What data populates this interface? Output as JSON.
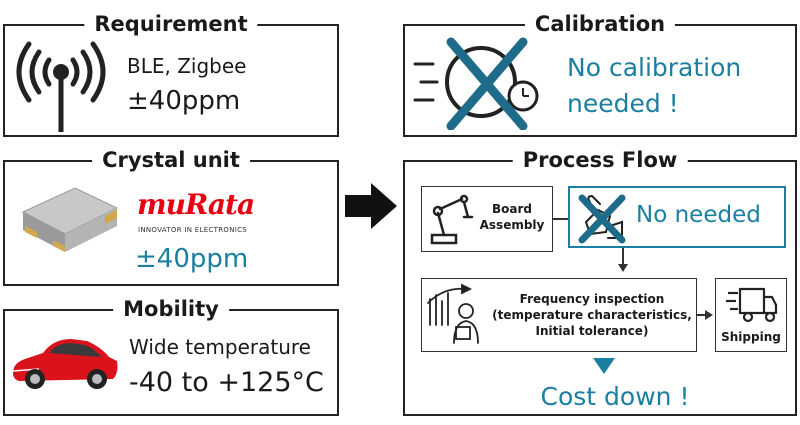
{
  "requirement": {
    "title": "Requirement",
    "line1": "BLE, Zigbee",
    "line2": "±40ppm",
    "icon": "antenna-icon"
  },
  "crystal": {
    "title": "Crystal unit",
    "brand": "muRata",
    "tagline": "INNOVATOR IN ELECTRONICS",
    "ppm": "±40ppm",
    "brand_color": "#e60012"
  },
  "mobility": {
    "title": "Mobility",
    "line1": "Wide temperature",
    "line2": "-40 to +125°C"
  },
  "calibration": {
    "title": "Calibration",
    "line1": "No calibration",
    "line2": "needed !"
  },
  "process": {
    "title": "Process Flow",
    "board_assembly": "Board\nAssembly",
    "no_needed": "No needed",
    "inspection": "Frequency inspection\n(temperature characteristics,\nInitial tolerance)",
    "shipping": "Shipping",
    "cost_down": "Cost down !"
  },
  "colors": {
    "accent": "#1a7fa0",
    "cross": "#1f6b8c"
  }
}
